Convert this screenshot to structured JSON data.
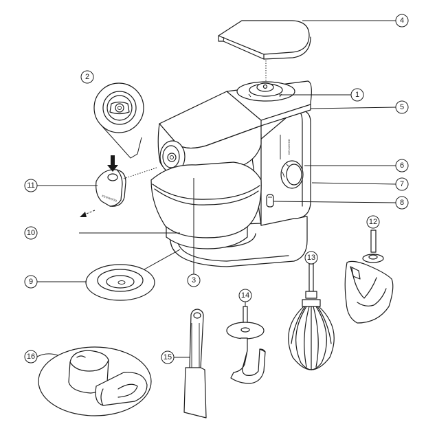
{
  "diagram": {
    "brand_mark": "KENWOOD",
    "callouts": [
      {
        "id": "c1",
        "label": "1"
      },
      {
        "id": "c2",
        "label": "2"
      },
      {
        "id": "c3",
        "label": "3"
      },
      {
        "id": "c4",
        "label": "4"
      },
      {
        "id": "c5",
        "label": "5"
      },
      {
        "id": "c6",
        "label": "6"
      },
      {
        "id": "c7",
        "label": "7"
      },
      {
        "id": "c8",
        "label": "8"
      },
      {
        "id": "c9",
        "label": "9"
      },
      {
        "id": "c10",
        "label": "10"
      },
      {
        "id": "c11",
        "label": "11"
      },
      {
        "id": "c12",
        "label": "12"
      },
      {
        "id": "c13",
        "label": "13"
      },
      {
        "id": "c14",
        "label": "14"
      },
      {
        "id": "c15",
        "label": "15"
      },
      {
        "id": "c16",
        "label": "16"
      }
    ]
  }
}
